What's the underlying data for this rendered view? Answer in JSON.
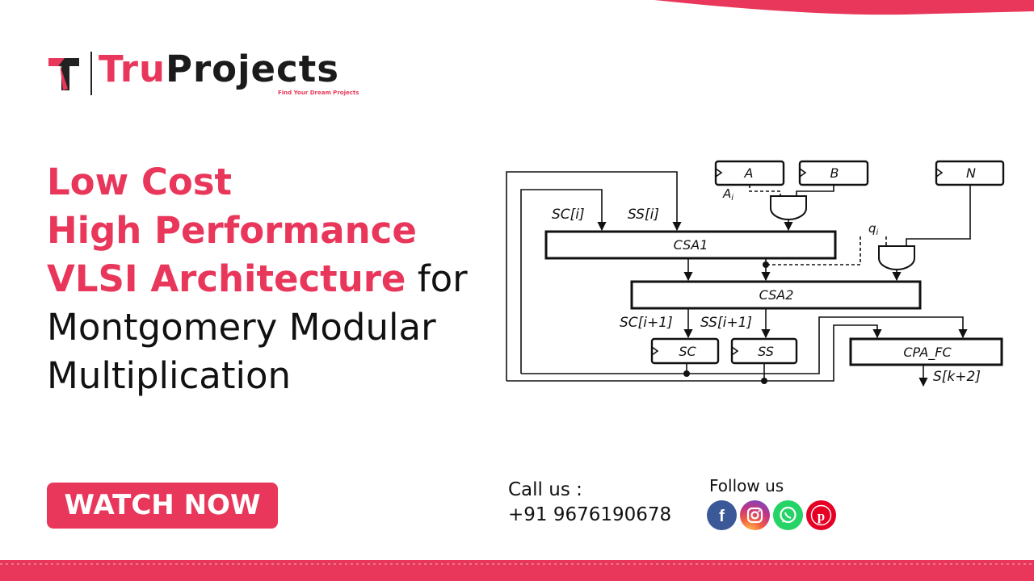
{
  "brand": {
    "name_part1": "Tru",
    "name_part2": "Projects",
    "tagline": "Find Your Dream Projects",
    "accent_color": "#e8375a"
  },
  "title": {
    "line1": "Low Cost",
    "line2": "High Performance",
    "line3_highlight": "VLSI Architecture",
    "line3_rest": " for",
    "line4": "Montgomery Modular",
    "line5": "Multiplication"
  },
  "watch_button": {
    "label": "WATCH NOW"
  },
  "contact": {
    "call_label": "Call us :",
    "phone": "+91 9676190678",
    "follow_label": "Follow us",
    "socials": [
      "facebook-icon",
      "instagram-icon",
      "whatsapp-icon",
      "pinterest-icon"
    ]
  },
  "diagram": {
    "registers": {
      "a": "A",
      "b": "B",
      "n": "N",
      "sc": "SC",
      "ss": "SS"
    },
    "adders": {
      "csa1": "CSA1",
      "csa2": "CSA2",
      "cpa": "CPA_FC"
    },
    "signals": {
      "ai_base": "A",
      "ai_sub": "i",
      "qi_base": "q",
      "qi_sub": "i",
      "sc_i": "SC[i]",
      "ss_i": "SS[i]",
      "sc_i1": "SC[i+1]",
      "ss_i1": "SS[i+1]",
      "s_k2": "S[k+2]"
    }
  }
}
